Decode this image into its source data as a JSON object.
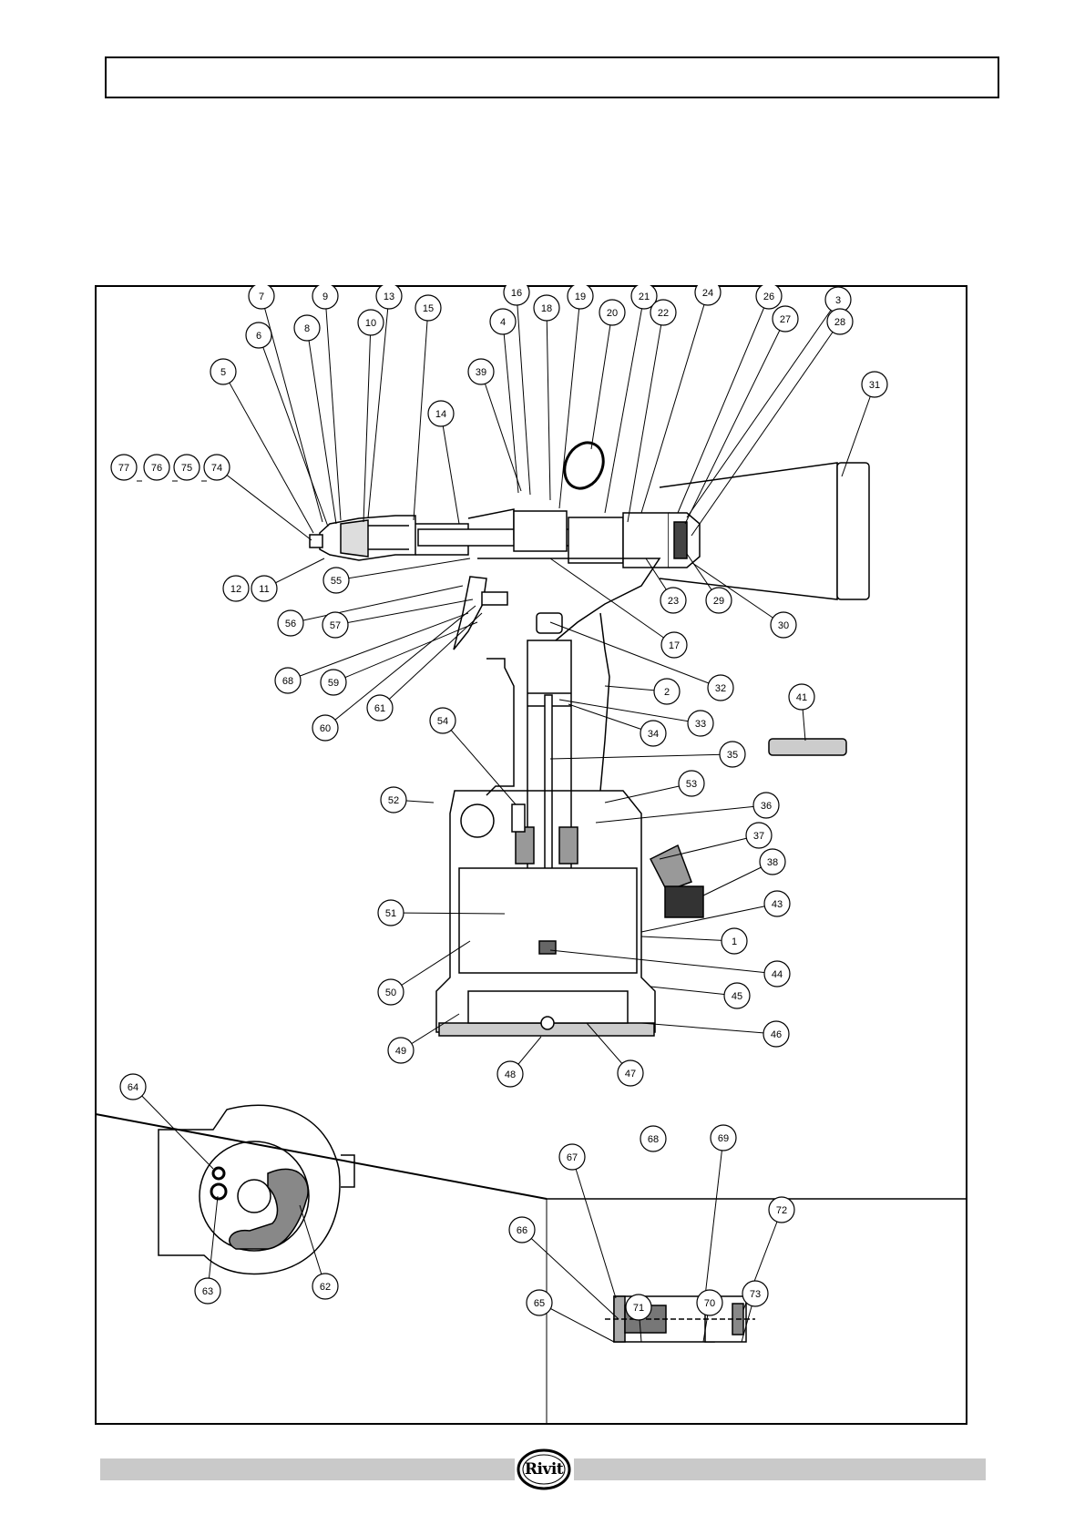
{
  "header": {
    "title": ""
  },
  "diagram": {
    "labels": [
      "1",
      "2",
      "3",
      "4",
      "5",
      "6",
      "7",
      "8",
      "9",
      "10",
      "11",
      "12",
      "13",
      "14",
      "15",
      "16",
      "17",
      "18",
      "19",
      "20",
      "21",
      "22",
      "23",
      "24",
      "26",
      "27",
      "28",
      "29",
      "30",
      "31",
      "32",
      "33",
      "34",
      "35",
      "36",
      "37",
      "38",
      "39",
      "41",
      "43",
      "44",
      "45",
      "46",
      "47",
      "48",
      "49",
      "50",
      "51",
      "52",
      "53",
      "54",
      "55",
      "56",
      "57",
      "59",
      "60",
      "61",
      "62",
      "63",
      "64",
      "65",
      "66",
      "67",
      "68",
      "69",
      "70",
      "71",
      "72",
      "73",
      "74",
      "75",
      "76",
      "77"
    ]
  },
  "footer": {
    "logo_text": "Rivit"
  }
}
